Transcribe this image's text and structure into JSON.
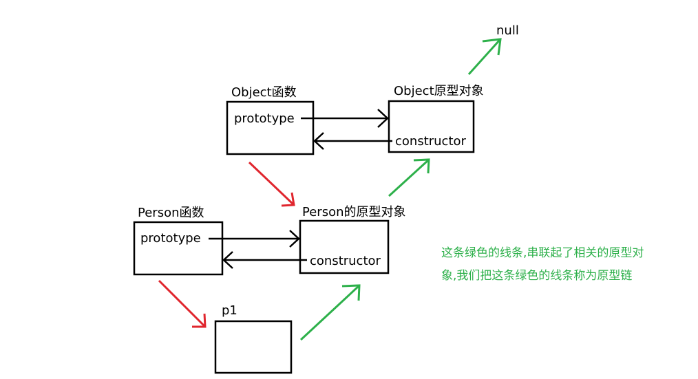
{
  "nodes": {
    "object_fn": {
      "title": "Object函数",
      "field": "prototype"
    },
    "object_proto": {
      "title": "Object原型对象",
      "field": "constructor"
    },
    "person_fn": {
      "title": "Person函数",
      "field": "prototype"
    },
    "person_proto": {
      "title": "Person的原型对象",
      "field": "constructor"
    },
    "p1": {
      "title": "p1"
    },
    "null_label": "null"
  },
  "note": {
    "line1": "这条绿色的线条,串联起了相关的原型对",
    "line2": "象,我们把这条绿色的线条称为原型链"
  },
  "colors": {
    "reference_arrow": "#000000",
    "instance_arrow": "#e0262e",
    "prototype_chain": "#2db04a"
  }
}
